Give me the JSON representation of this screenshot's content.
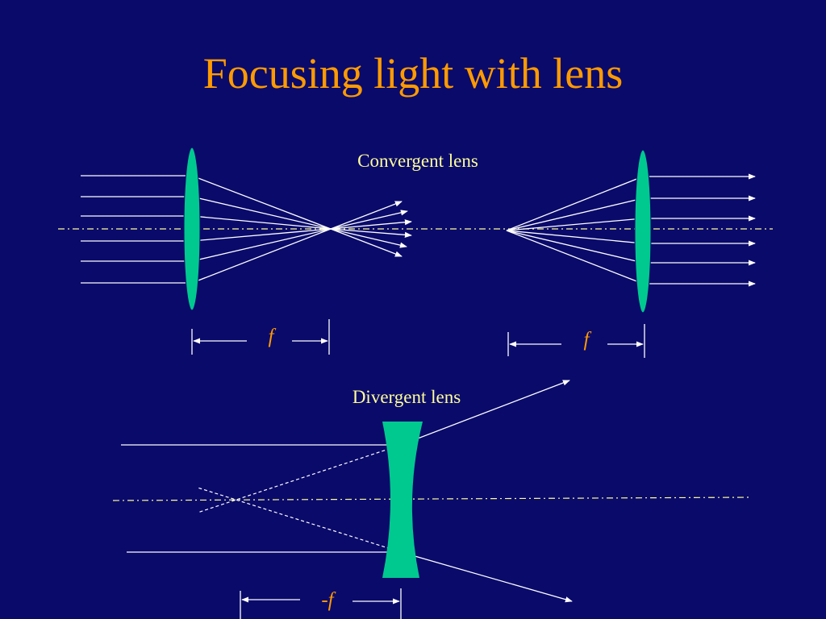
{
  "slide": {
    "title": "Focusing light with lens"
  },
  "convergent": {
    "label": "Convergent lens",
    "focal_label_left": "f",
    "focal_label_right": "f"
  },
  "divergent": {
    "label": "Divergent lens",
    "focal_label": "-f"
  },
  "colors": {
    "background": "#0a0a6b",
    "title": "#ff9a00",
    "lens_fill": "#00c98f",
    "rays": "#ffffff",
    "label_text": "#ffff99",
    "focal_text": "#ff9a00"
  }
}
